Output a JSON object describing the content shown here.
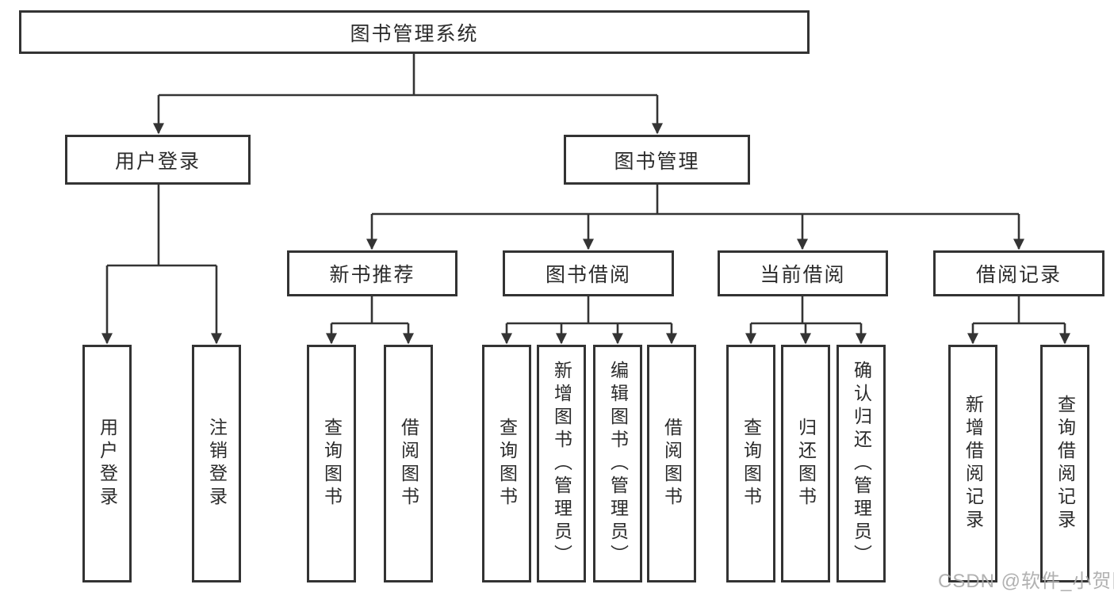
{
  "diagram": {
    "root": "图书管理系统",
    "branches": [
      {
        "label": "用户登录",
        "children": [
          {
            "label": "用户登录"
          },
          {
            "label": "注销登录"
          }
        ]
      },
      {
        "label": "图书管理",
        "children": [
          {
            "label": "新书推荐",
            "children": [
              {
                "label": "查询图书"
              },
              {
                "label": "借阅图书"
              }
            ]
          },
          {
            "label": "图书借阅",
            "children": [
              {
                "label": "查询图书"
              },
              {
                "label": "新增图书（管理员）"
              },
              {
                "label": "编辑图书（管理员）"
              },
              {
                "label": "借阅图书"
              }
            ]
          },
          {
            "label": "当前借阅",
            "children": [
              {
                "label": "查询图书"
              },
              {
                "label": "归还图书"
              },
              {
                "label": "确认归还（管理员）"
              }
            ]
          },
          {
            "label": "借阅记录",
            "children": [
              {
                "label": "新增借阅记录"
              },
              {
                "label": "查询借阅记录"
              }
            ]
          }
        ]
      }
    ]
  },
  "watermark": {
    "text": "CSDN @软件_小贺同学"
  },
  "colors": {
    "line": "#343434",
    "border": "#333333",
    "text": "#2b2b2b",
    "watermark": "#a8a8a8",
    "background": "#ffffff"
  }
}
